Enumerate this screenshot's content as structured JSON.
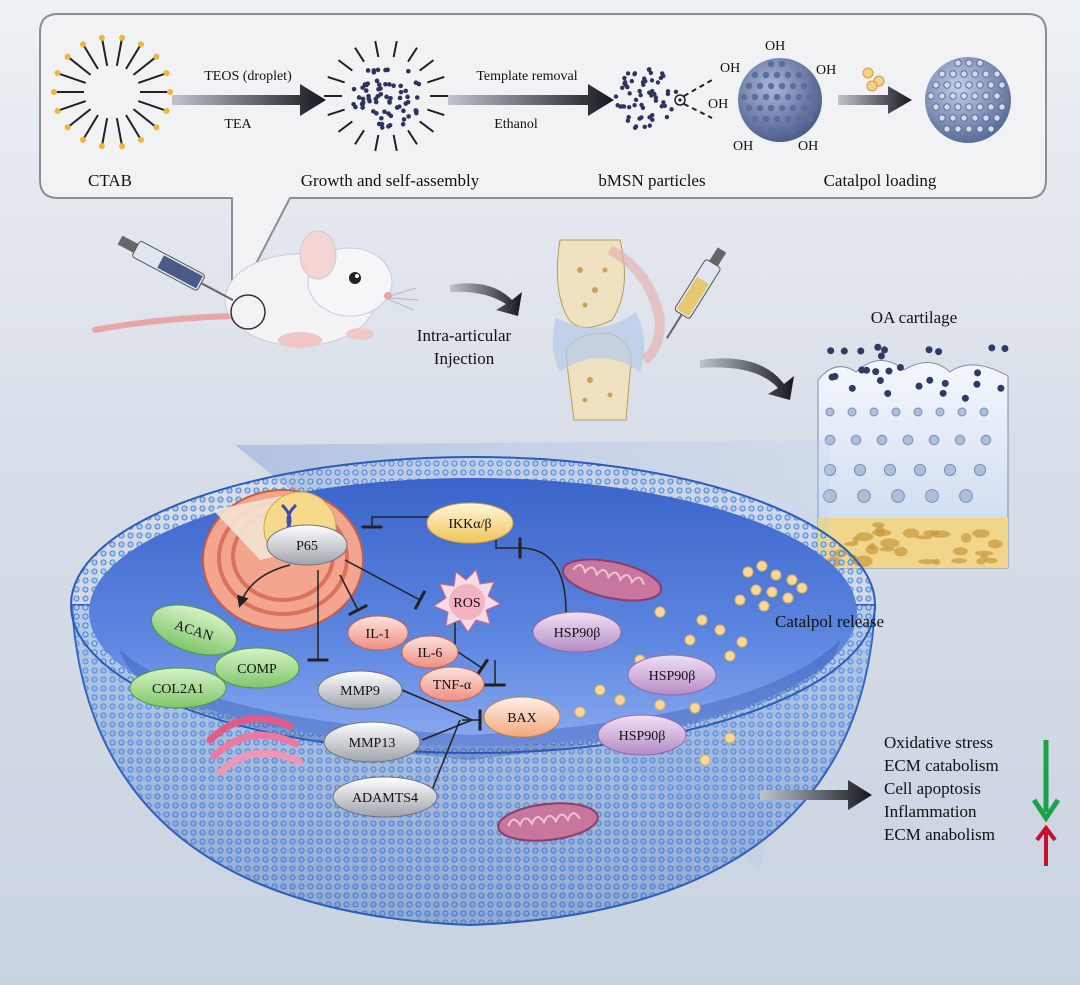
{
  "synthesis": {
    "step1_label": "CTAB",
    "arrow1_top": "TEOS (droplet)",
    "arrow1_bottom": "TEA",
    "step2_label": "Growth and self-assembly",
    "arrow2_top": "Template removal",
    "arrow2_bottom": "Ethanol",
    "step3_label": "bMSN particles",
    "oh": "OH",
    "step4_label": "Catalpol loading"
  },
  "injection": {
    "label_line1": "Intra-articular",
    "label_line2": "Injection"
  },
  "cartilage": {
    "title": "OA cartilage"
  },
  "release": {
    "label": "Catalpol release"
  },
  "cell_nodes": {
    "p65": "P65",
    "ikk": "IKKα/β",
    "ros": "ROS",
    "hsp90_1": "HSP90β",
    "hsp90_2": "HSP90β",
    "hsp90_3": "HSP90β",
    "acan": "ACAN",
    "comp": "COMP",
    "col2a1": "COL2A1",
    "il1": "IL-1",
    "il6": "IL-6",
    "tnfa": "TNF-α",
    "mmp9": "MMP9",
    "mmp13": "MMP13",
    "adamts4": "ADAMTS4",
    "bax": "BAX"
  },
  "outcomes": {
    "items": [
      "Oxidative stress",
      "ECM catabolism",
      "Cell apoptosis",
      "Inflammation",
      "ECM anabolism"
    ],
    "colors": {
      "down": "#1aa34a",
      "up": "#c8102e"
    }
  }
}
